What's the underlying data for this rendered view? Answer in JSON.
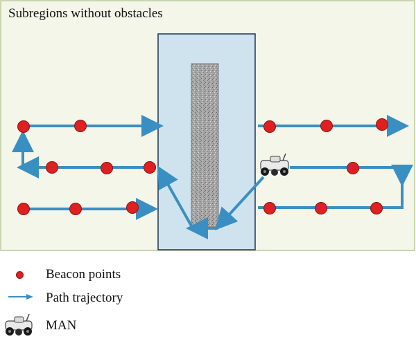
{
  "region_title": "Subregions without obstacles",
  "legend": {
    "beacon_label": "Beacon points",
    "path_label": "Path trajectory",
    "man_label": "MAN"
  },
  "colors": {
    "region_fill": "#f3f6e9",
    "region_border": "#b8c79a",
    "obstacle_zone_fill": "#cfe3ef",
    "obstacle_zone_border": "#1f3550",
    "obstacle_fill": "#9a9a9a",
    "path": "#3a8fc2",
    "beacon": "#e02020",
    "beacon_border": "#8a1414"
  },
  "icons": {
    "robot": "man-robot-icon",
    "obstacle": "obstacle-pillar",
    "beacon": "beacon-dot-icon",
    "arrow": "path-arrow-icon"
  }
}
